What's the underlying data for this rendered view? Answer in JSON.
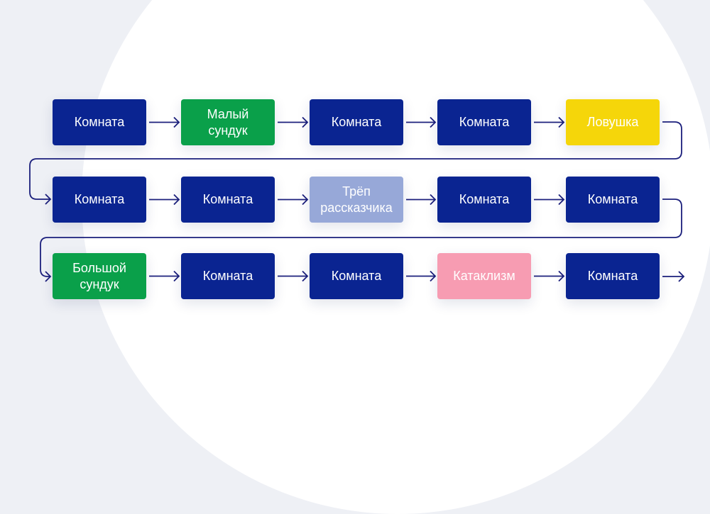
{
  "colors": {
    "room": "#0a2491",
    "chest": "#0aa04a",
    "trap": "#f5d60a",
    "story": "#97a8d8",
    "cataclysm": "#f79cb2",
    "line": "#1b1f7c",
    "background": "#eef0f5"
  },
  "rows": [
    [
      {
        "label": "Комната",
        "type": "room"
      },
      {
        "label": "Малый сундук",
        "type": "chest"
      },
      {
        "label": "Комната",
        "type": "room"
      },
      {
        "label": "Комната",
        "type": "room"
      },
      {
        "label": "Ловушка",
        "type": "trap"
      }
    ],
    [
      {
        "label": "Комната",
        "type": "room"
      },
      {
        "label": "Комната",
        "type": "room"
      },
      {
        "label": "Трёп рассказчика",
        "type": "story"
      },
      {
        "label": "Комната",
        "type": "room"
      },
      {
        "label": "Комната",
        "type": "room"
      }
    ],
    [
      {
        "label": "Большой сундук",
        "type": "chest"
      },
      {
        "label": "Комната",
        "type": "room"
      },
      {
        "label": "Комната",
        "type": "room"
      },
      {
        "label": "Катаклизм",
        "type": "cataclysm"
      },
      {
        "label": "Комната",
        "type": "room"
      }
    ]
  ]
}
